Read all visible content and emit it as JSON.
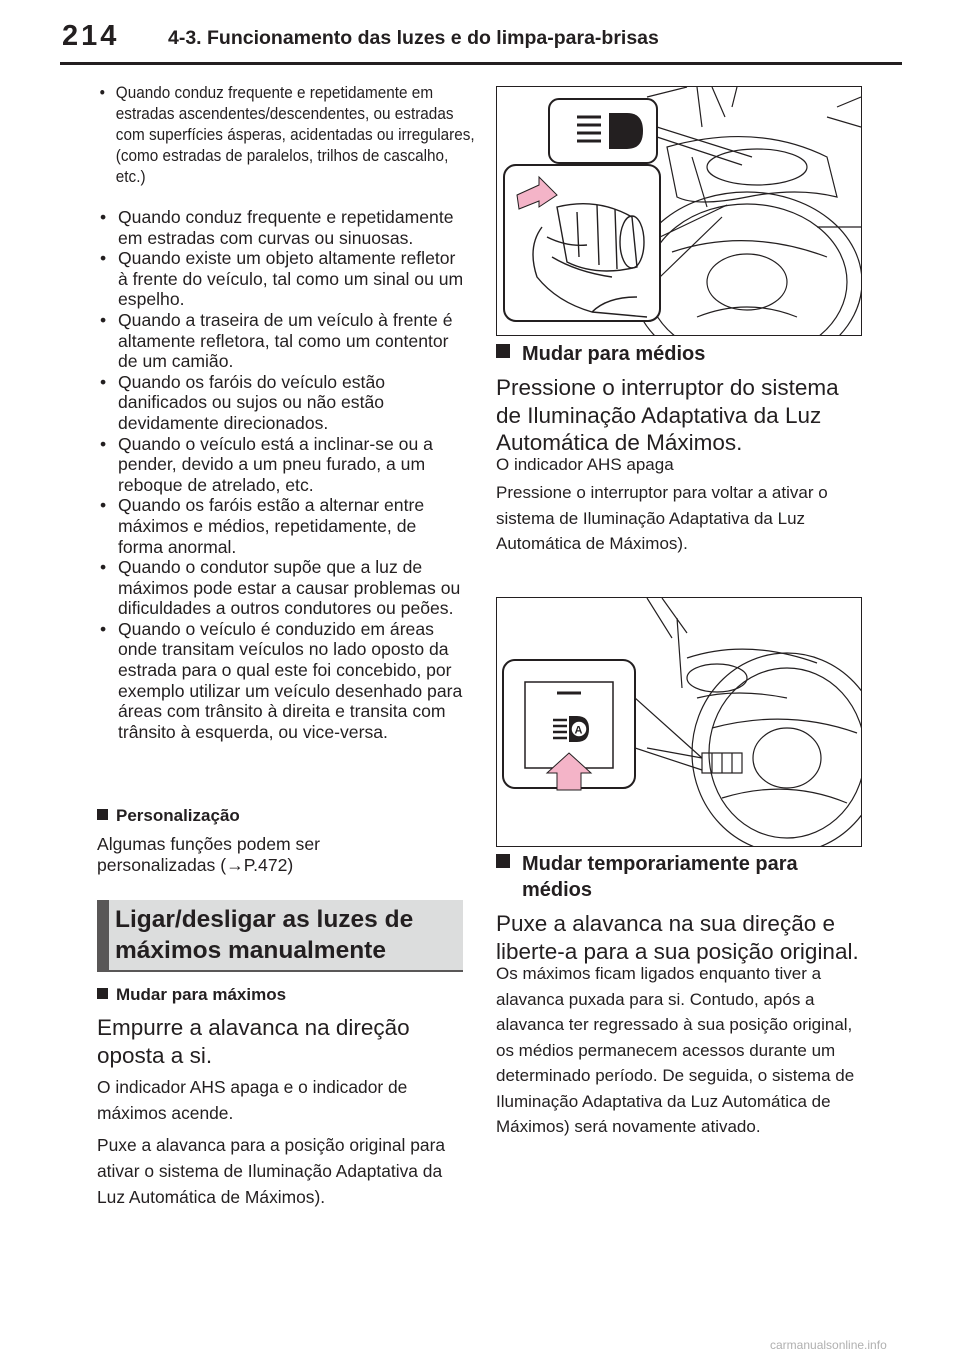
{
  "header": {
    "page_number": "214",
    "section_title": "4-3. Funcionamento das luzes e do limpa-para-brisas"
  },
  "left_column": {
    "narrow_bullets": [
      "Quando conduz frequente e repetidamente em estradas ascendentes/descendentes, ou estradas com superfícies ásperas, acidentadas ou irregulares, (como estradas de paralelos, trilhos de cascalho, etc.)"
    ],
    "bullets": [
      "Quando conduz frequente e repetidamente em estradas com curvas ou sinuosas.",
      "Quando existe um objeto altamente refletor à frente do veículo, tal como um sinal ou um espelho.",
      "Quando a traseira de um veículo à frente é altamente refletora, tal como um contentor de um camião.",
      "Quando os faróis do veículo estão danificados ou sujos ou não estão devidamente direcionados.",
      "Quando o veículo está a inclinar-se ou a pender, devido a um pneu furado, a um reboque de atrelado, etc.",
      "Quando os faróis estão a alternar entre máximos e médios, repetidamente, de forma anormal.",
      "Quando o condutor supõe que a luz de máximos pode estar a causar problemas ou dificuldades a outros condutores ou peões.",
      "Quando o veículo é conduzido em áreas onde transitam veículos no lado oposto da estrada para o qual este foi concebido, por exemplo utilizar um veículo desenhado para áreas com trânsito à direita e transita com trânsito à esquerda, ou vice-versa."
    ],
    "personalizacao": {
      "heading": "Personalização",
      "body_line1": "Algumas funções podem ser",
      "body_line2_prefix": "personalizadas (",
      "arrow": "→",
      "ref": "P.472)"
    },
    "manual_section": {
      "title_line1": "Ligar/desligar as luzes de",
      "title_line2": "máximos manualmente"
    },
    "mudar_maximos": {
      "heading": "Mudar para máximos",
      "instruction": "Empurre a alavanca na direção oposta a si.",
      "result": "O indicador AHS apaga e o indicador de máximos acende.",
      "note": "Puxe a alavanca para a posição original para ativar o sistema de Iluminação Adaptativa da Luz Automática de Máximos)."
    }
  },
  "right_column": {
    "mudar_medios": {
      "heading": "Mudar para médios",
      "instruction": "Pressione o interruptor do sistema de Iluminação Adaptativa da Luz Automática de Máximos.",
      "result": "O indicador AHS apaga",
      "note": "Pressione o interruptor para voltar a ativar o sistema de Iluminação Adaptativa da Luz Automática de Máximos)."
    },
    "mudar_temp": {
      "heading_line1": "Mudar temporariamente para",
      "heading_line2": "médios",
      "instruction": "Puxe a alavanca na sua direção e liberte-a para a sua posição original.",
      "note": "Os máximos ficam ligados enquanto tiver a alavanca puxada para si. Contudo, após a alavanca ter regressado à sua posição original, os médios permanecem acessos durante um determinado período. De seguida, o sistema de Iluminação Adaptativa da Luz Automática de Máximos) será novamente ativado."
    }
  },
  "icons": {
    "figure1": "steering-lever-high-beam-illustration",
    "figure2": "ahs-switch-illustration"
  },
  "colors": {
    "text": "#231f20",
    "section_box_bg": "#dcdddd",
    "section_box_bar": "#595757",
    "arrow_pink": "#f4b4c8"
  },
  "watermark": "carmanualsonline.info"
}
